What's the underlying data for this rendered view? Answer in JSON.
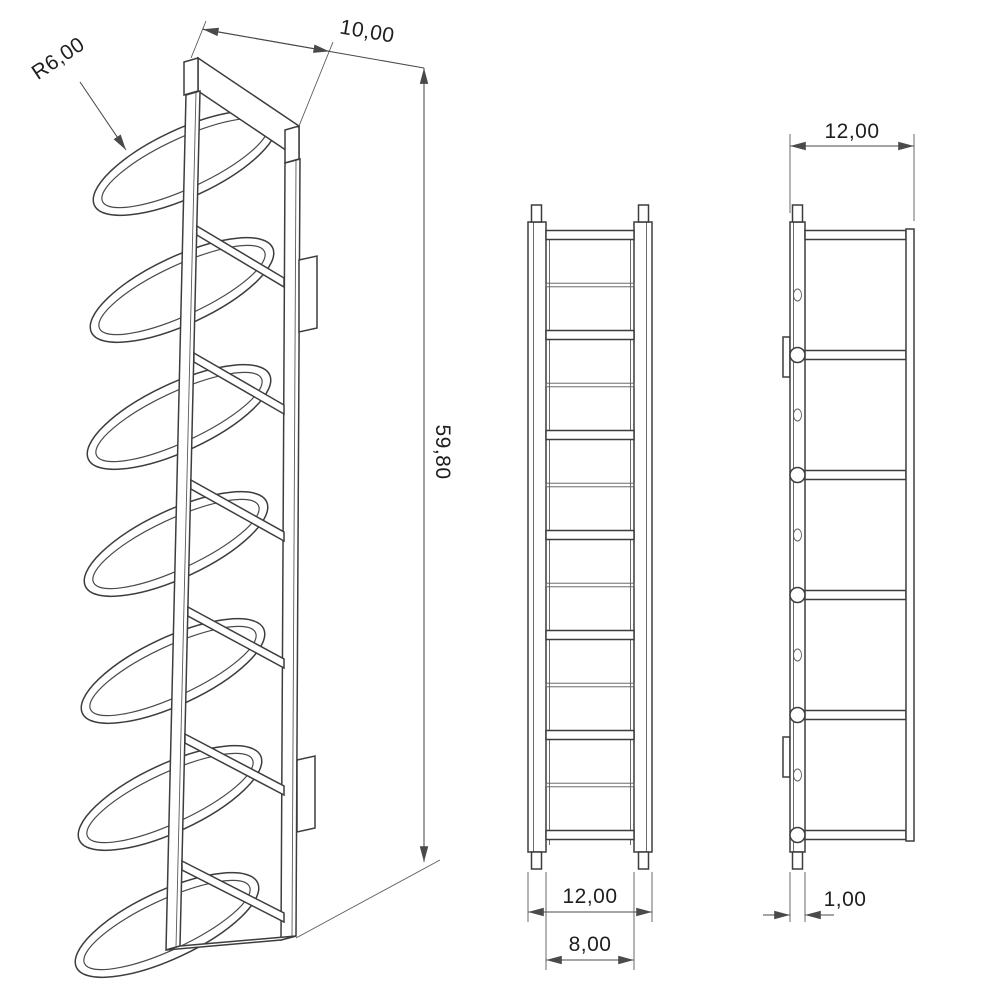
{
  "colors": {
    "background": "#ffffff",
    "line": "#3d3d3d",
    "dimension_line": "#4a4a4a",
    "text": "#1e1e1e"
  },
  "drawing": {
    "type": "technical-drawing",
    "views": {
      "isometric": {
        "dimensions": {
          "hoop_radius": "R6,00",
          "depth": "10,00",
          "height": "59,80"
        }
      },
      "front": {
        "dimensions": {
          "outer_width": "12,00",
          "inner_width": "8,00"
        }
      },
      "side": {
        "dimensions": {
          "width": "12,00",
          "rail_thickness": "1,00"
        }
      }
    }
  }
}
